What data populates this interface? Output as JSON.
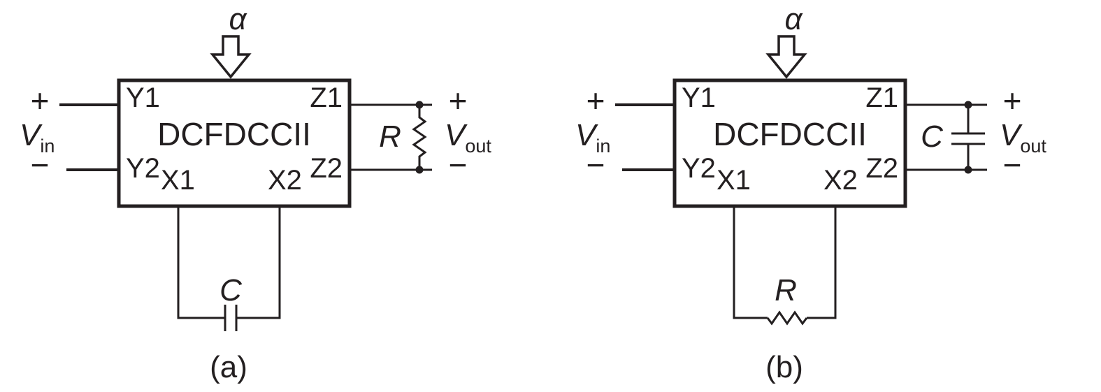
{
  "diagram": {
    "control_label": "α",
    "block_name": "DCFDCCII",
    "ports": {
      "Y1": "Y1",
      "Z1": "Z1",
      "Y2": "Y2",
      "X1": "X1",
      "X2": "X2",
      "Z2": "Z2"
    },
    "terminals": {
      "plus": "+",
      "minus": "−"
    },
    "vin": {
      "base": "V",
      "sub": "in"
    },
    "vout": {
      "base": "V",
      "sub": "out"
    },
    "colors": {
      "line": "#231f20",
      "background": "#ffffff"
    },
    "circuits": [
      {
        "caption": "(a)",
        "output_component": "R",
        "input_component": "C"
      },
      {
        "caption": "(b)",
        "output_component": "C",
        "input_component": "R"
      }
    ]
  }
}
